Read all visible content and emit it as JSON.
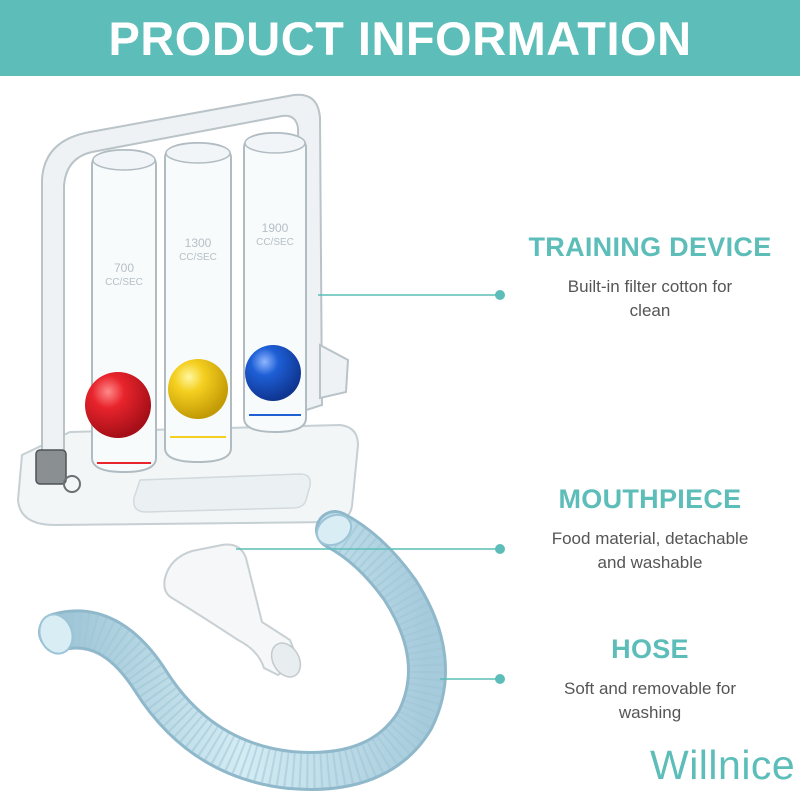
{
  "banner": {
    "title": "PRODUCT INFORMATION"
  },
  "features": {
    "training": {
      "title": "TRAINING DEVICE",
      "description": "Built-in filter cotton for clean"
    },
    "mouthpiece": {
      "title": "MOUTHPIECE",
      "description": "Food material, detachable and washable"
    },
    "hose": {
      "title": "HOSE",
      "description": "Soft and removable for washing"
    }
  },
  "device": {
    "tube_labels": [
      {
        "volume": "700",
        "unit": "CC/SEC"
      },
      {
        "volume": "1300",
        "unit": "CC/SEC"
      },
      {
        "volume": "1900",
        "unit": "CC/SEC"
      }
    ],
    "ball_colors": [
      "#e8242c",
      "#f5d020",
      "#1e5fd6"
    ]
  },
  "brand": {
    "logo_text": "Willnice"
  },
  "colors": {
    "accent": "#5cbdb9",
    "body_text": "#555555"
  }
}
